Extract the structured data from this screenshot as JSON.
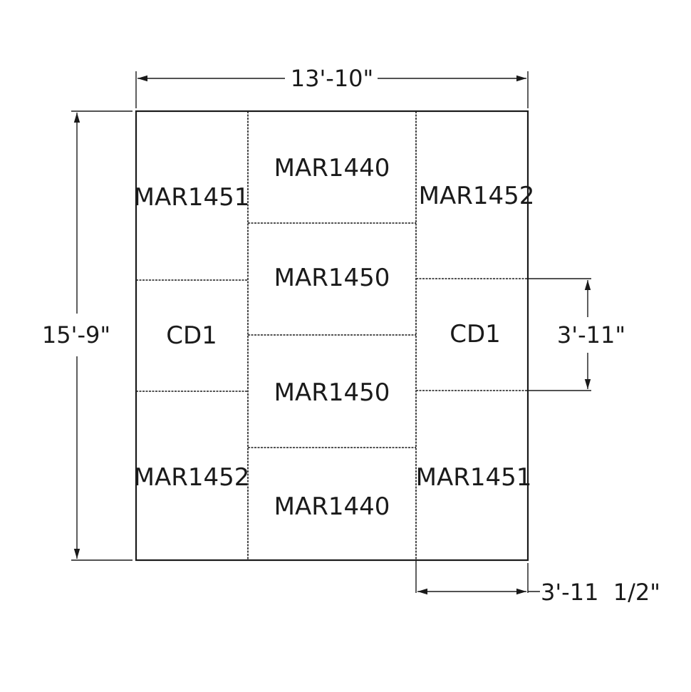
{
  "panels": {
    "left_top": "MAR1451",
    "left_mid": "CD1",
    "left_bottom": "MAR1452",
    "center_1": "MAR1440",
    "center_2": "MAR1450",
    "center_3": "MAR1450",
    "center_4": "MAR1440",
    "right_top": "MAR1452",
    "right_mid": "CD1",
    "right_bottom": "MAR1451"
  },
  "dimensions": {
    "overall_width": "13'-10\"",
    "overall_height": "15'-9\"",
    "panel_height": "3'-11\"",
    "column_width": "3'-11  1/2\""
  }
}
